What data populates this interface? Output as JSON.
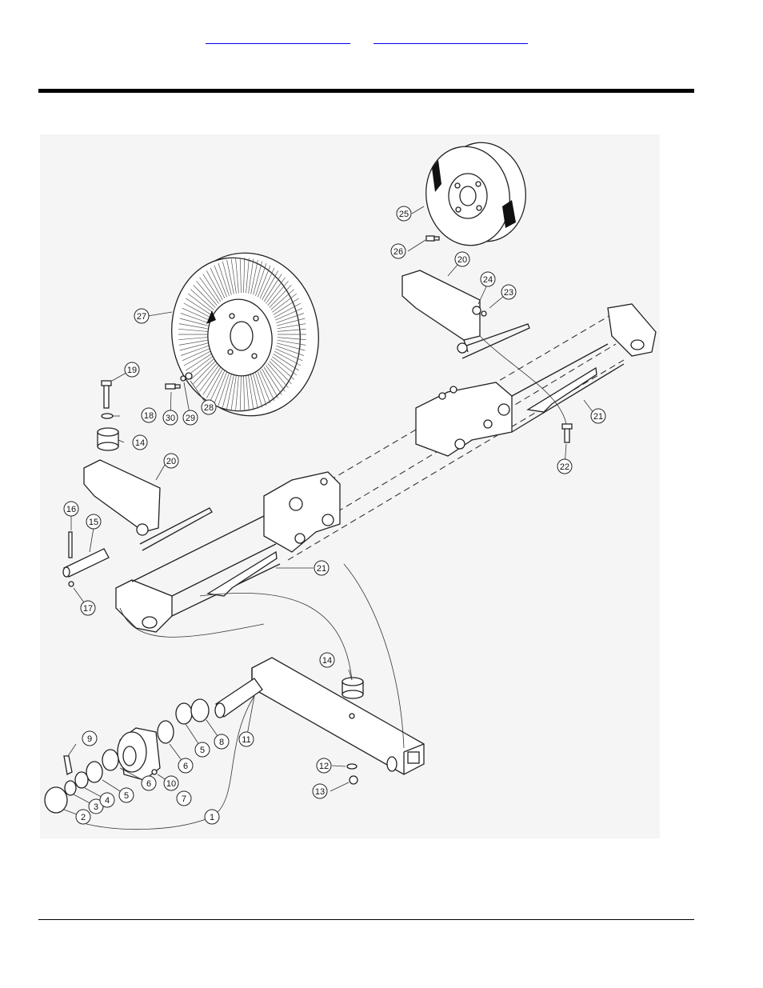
{
  "nav": {
    "link1": "",
    "link2": ""
  },
  "callouts": [
    {
      "id": "c1",
      "label": "1"
    },
    {
      "id": "c2",
      "label": "2"
    },
    {
      "id": "c3",
      "label": "3"
    },
    {
      "id": "c4",
      "label": "4"
    },
    {
      "id": "c5a",
      "label": "5"
    },
    {
      "id": "c5b",
      "label": "5"
    },
    {
      "id": "c6a",
      "label": "6"
    },
    {
      "id": "c6b",
      "label": "6"
    },
    {
      "id": "c7",
      "label": "7"
    },
    {
      "id": "c8",
      "label": "8"
    },
    {
      "id": "c9",
      "label": "9"
    },
    {
      "id": "c10",
      "label": "10"
    },
    {
      "id": "c11",
      "label": "11"
    },
    {
      "id": "c12",
      "label": "12"
    },
    {
      "id": "c13",
      "label": "13"
    },
    {
      "id": "c14a",
      "label": "14"
    },
    {
      "id": "c14b",
      "label": "14"
    },
    {
      "id": "c15",
      "label": "15"
    },
    {
      "id": "c16",
      "label": "16"
    },
    {
      "id": "c17",
      "label": "17"
    },
    {
      "id": "c18",
      "label": "18"
    },
    {
      "id": "c19",
      "label": "19"
    },
    {
      "id": "c20a",
      "label": "20"
    },
    {
      "id": "c20b",
      "label": "20"
    },
    {
      "id": "c21a",
      "label": "21"
    },
    {
      "id": "c21b",
      "label": "21"
    },
    {
      "id": "c22",
      "label": "22"
    },
    {
      "id": "c23",
      "label": "23"
    },
    {
      "id": "c24",
      "label": "24"
    },
    {
      "id": "c25",
      "label": "25"
    },
    {
      "id": "c26",
      "label": "26"
    },
    {
      "id": "c27",
      "label": "27"
    },
    {
      "id": "c28",
      "label": "28"
    },
    {
      "id": "c29",
      "label": "29"
    },
    {
      "id": "c30",
      "label": "30"
    }
  ]
}
